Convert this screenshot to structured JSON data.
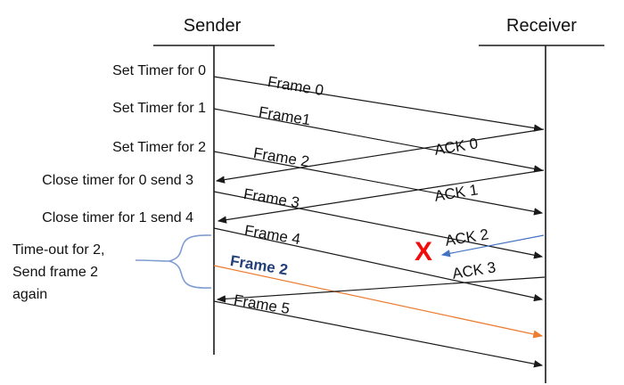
{
  "diagram": {
    "sender_title": "Sender",
    "receiver_title": "Receiver",
    "sender_events": [
      "Set Timer for 0",
      "Set Timer for 1",
      "Set Timer for 2",
      "Close timer for 0 send 3",
      "Close timer for 1 send 4"
    ],
    "timeout_note": {
      "line1": "Time-out for 2,",
      "line2": "Send frame 2",
      "line3": "again"
    },
    "frames": {
      "f0": "Frame 0",
      "f1": "Frame1",
      "f2": "Frame 2",
      "f3": "Frame 3",
      "f4": "Frame 4",
      "f2_retransmit": "Frame 2",
      "f5": "Frame 5"
    },
    "acks": {
      "a0": "ACK 0",
      "a1": "ACK 1",
      "a2": "ACK 2",
      "a3": "ACK 3"
    },
    "loss_marker": "X",
    "colors": {
      "line": "#1a1a1a",
      "retransmit_line": "#ED7D31",
      "retransmit_label": "#24407A",
      "lost_ack_arrow": "#4472C4",
      "loss_marker": "#F20D0D",
      "brace": "#7F9DD1"
    }
  }
}
